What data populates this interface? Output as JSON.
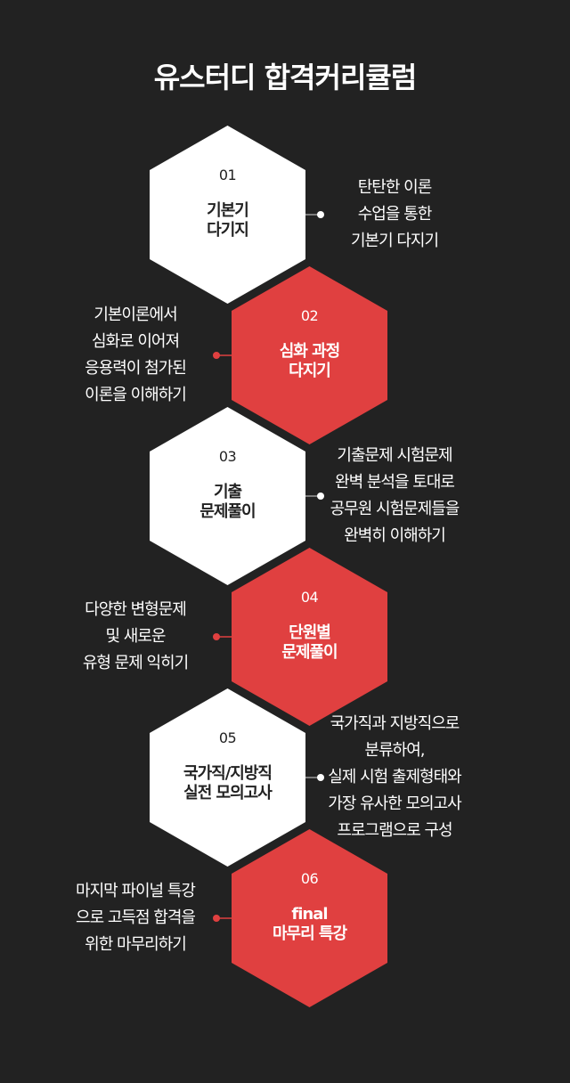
{
  "title": "유스터디 합격커리큘럼",
  "colors": {
    "background": "#222222",
    "white_hex": "#ffffff",
    "red_hex": "#e04040",
    "connector_white": "#999999",
    "connector_red": "#e04040"
  },
  "steps": [
    {
      "number": "01",
      "title_lines": [
        "기본기",
        "다기지"
      ],
      "desc_lines": [
        "탄탄한 이론",
        "수업을 통한",
        "기본기 다지기"
      ],
      "style": "white",
      "side": "right"
    },
    {
      "number": "02",
      "title_lines": [
        "심화 과정",
        "다지기"
      ],
      "desc_lines": [
        "기본이론에서",
        "심화로 이어져",
        "응용력이 첨가된",
        "이론을 이해하기"
      ],
      "style": "red",
      "side": "left"
    },
    {
      "number": "03",
      "title_lines": [
        "기출",
        "문제풀이"
      ],
      "desc_lines": [
        "기출문제 시험문제",
        "완벽 분석을 토대로",
        "공무원 시험문제들을",
        "완벽히 이해하기"
      ],
      "style": "white",
      "side": "right"
    },
    {
      "number": "04",
      "title_lines": [
        "단원별",
        "문제풀이"
      ],
      "desc_lines": [
        "다양한 변형문제",
        "및 새로운",
        "유형 문제 익히기"
      ],
      "style": "red",
      "side": "left"
    },
    {
      "number": "05",
      "title_lines": [
        "국가직/지방직",
        "실전 모의고사"
      ],
      "desc_lines": [
        "국가직과 지방직으로",
        "분류하여,",
        "실제 시험 출제형태와",
        "가장 유사한 모의고사",
        "프로그램으로 구성"
      ],
      "style": "white",
      "side": "right"
    },
    {
      "number": "06",
      "title_lines": [
        "final",
        "마무리 특강"
      ],
      "desc_lines": [
        "마지막 파이널 특강",
        "으로 고득점 합격을",
        "위한 마무리하기"
      ],
      "style": "red",
      "side": "left"
    }
  ]
}
